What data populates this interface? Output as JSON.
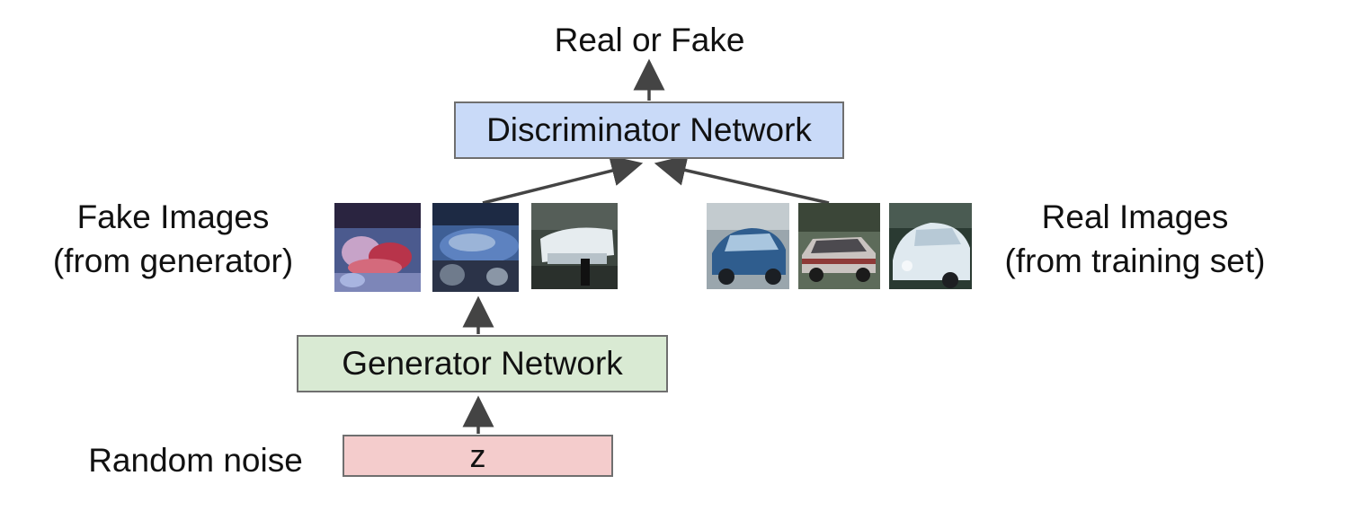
{
  "nodes": {
    "output_label": "Real or Fake",
    "discriminator": "Discriminator Network",
    "generator": "Generator Network",
    "noise_box": "z",
    "noise_label": "Random noise"
  },
  "fake_images": {
    "line1": "Fake Images",
    "line2": "(from generator)",
    "thumbnails": [
      {
        "icon": "blurry-generated-image",
        "bg": "#4b5a8e",
        "accent": "#b8344a"
      },
      {
        "icon": "blurry-generated-car-image",
        "bg": "#3e5f96",
        "accent": "#9bb4d8"
      },
      {
        "icon": "blurry-generated-car-image",
        "bg": "#3d4640",
        "accent": "#e6ecef"
      }
    ]
  },
  "real_images": {
    "line1": "Real Images",
    "line2": "(from training set)",
    "thumbnails": [
      {
        "icon": "blue-car-photo",
        "bg": "#9aa6ad",
        "accent": "#2f5d8e"
      },
      {
        "icon": "silver-car-photo",
        "bg": "#5d6b5a",
        "accent": "#c9c3c0"
      },
      {
        "icon": "white-car-photo",
        "bg": "#2a3a32",
        "accent": "#dfe9ef"
      }
    ]
  },
  "colors": {
    "discriminator_fill": "#c9daf8",
    "generator_fill": "#d9ead3",
    "noise_fill": "#f4cccc",
    "arrow": "#444444"
  }
}
